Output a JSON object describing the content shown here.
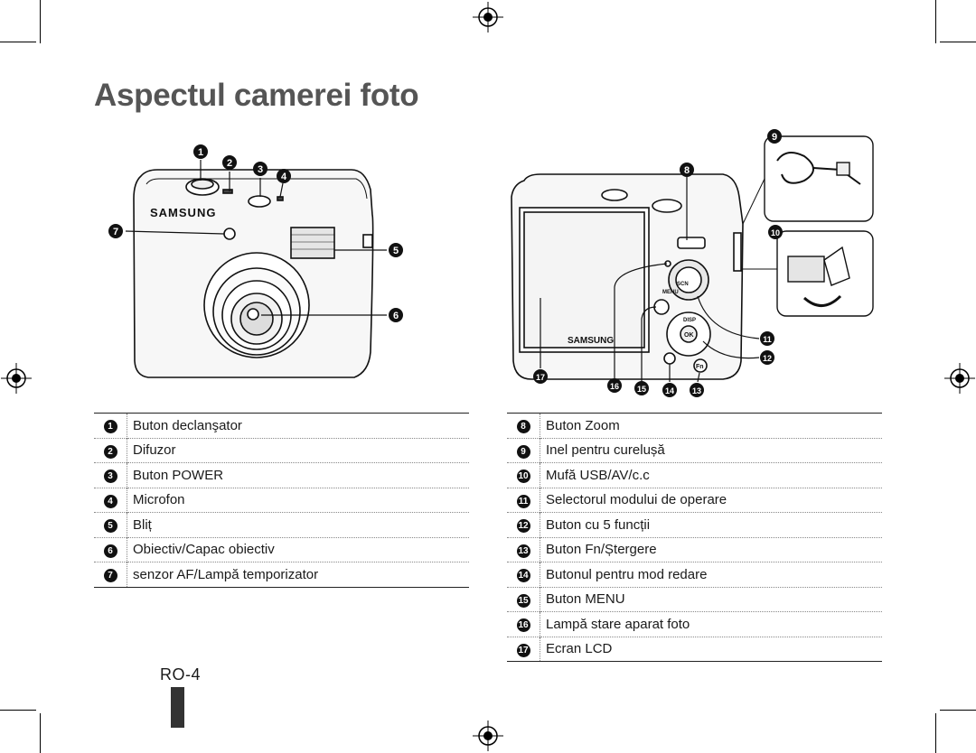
{
  "title": "Aspectul camerei foto",
  "page_number": "RO-4",
  "camera_brand": "SAMSUNG",
  "dial_labels": {
    "scene": "SCN",
    "menu": "MENU",
    "disp": "DISP",
    "ok": "OK",
    "fn": "Fn"
  },
  "callouts": [
    "1",
    "2",
    "3",
    "4",
    "5",
    "6",
    "7",
    "8",
    "9",
    "10",
    "11",
    "12",
    "13",
    "14",
    "15",
    "16",
    "17"
  ],
  "left_table": [
    {
      "num": "1",
      "label": "Buton declanşator"
    },
    {
      "num": "2",
      "label": "Difuzor"
    },
    {
      "num": "3",
      "label": "Buton POWER"
    },
    {
      "num": "4",
      "label": "Microfon"
    },
    {
      "num": "5",
      "label": "Bliț"
    },
    {
      "num": "6",
      "label": "Obiectiv/Capac obiectiv"
    },
    {
      "num": "7",
      "label": "senzor AF/Lampă temporizator"
    }
  ],
  "right_table": [
    {
      "num": "8",
      "label": "Buton Zoom"
    },
    {
      "num": "9",
      "label": "Inel pentru curelușă"
    },
    {
      "num": "10",
      "label": "Mufă USB/AV/c.c"
    },
    {
      "num": "11",
      "label": "Selectorul modului de operare"
    },
    {
      "num": "12",
      "label": "Buton cu 5 funcții"
    },
    {
      "num": "13",
      "label": "Buton Fn/Ștergere"
    },
    {
      "num": "14",
      "label": "Butonul pentru mod redare"
    },
    {
      "num": "15",
      "label": "Buton MENU"
    },
    {
      "num": "16",
      "label": "Lampă stare aparat foto"
    },
    {
      "num": "17",
      "label": "Ecran LCD"
    }
  ]
}
